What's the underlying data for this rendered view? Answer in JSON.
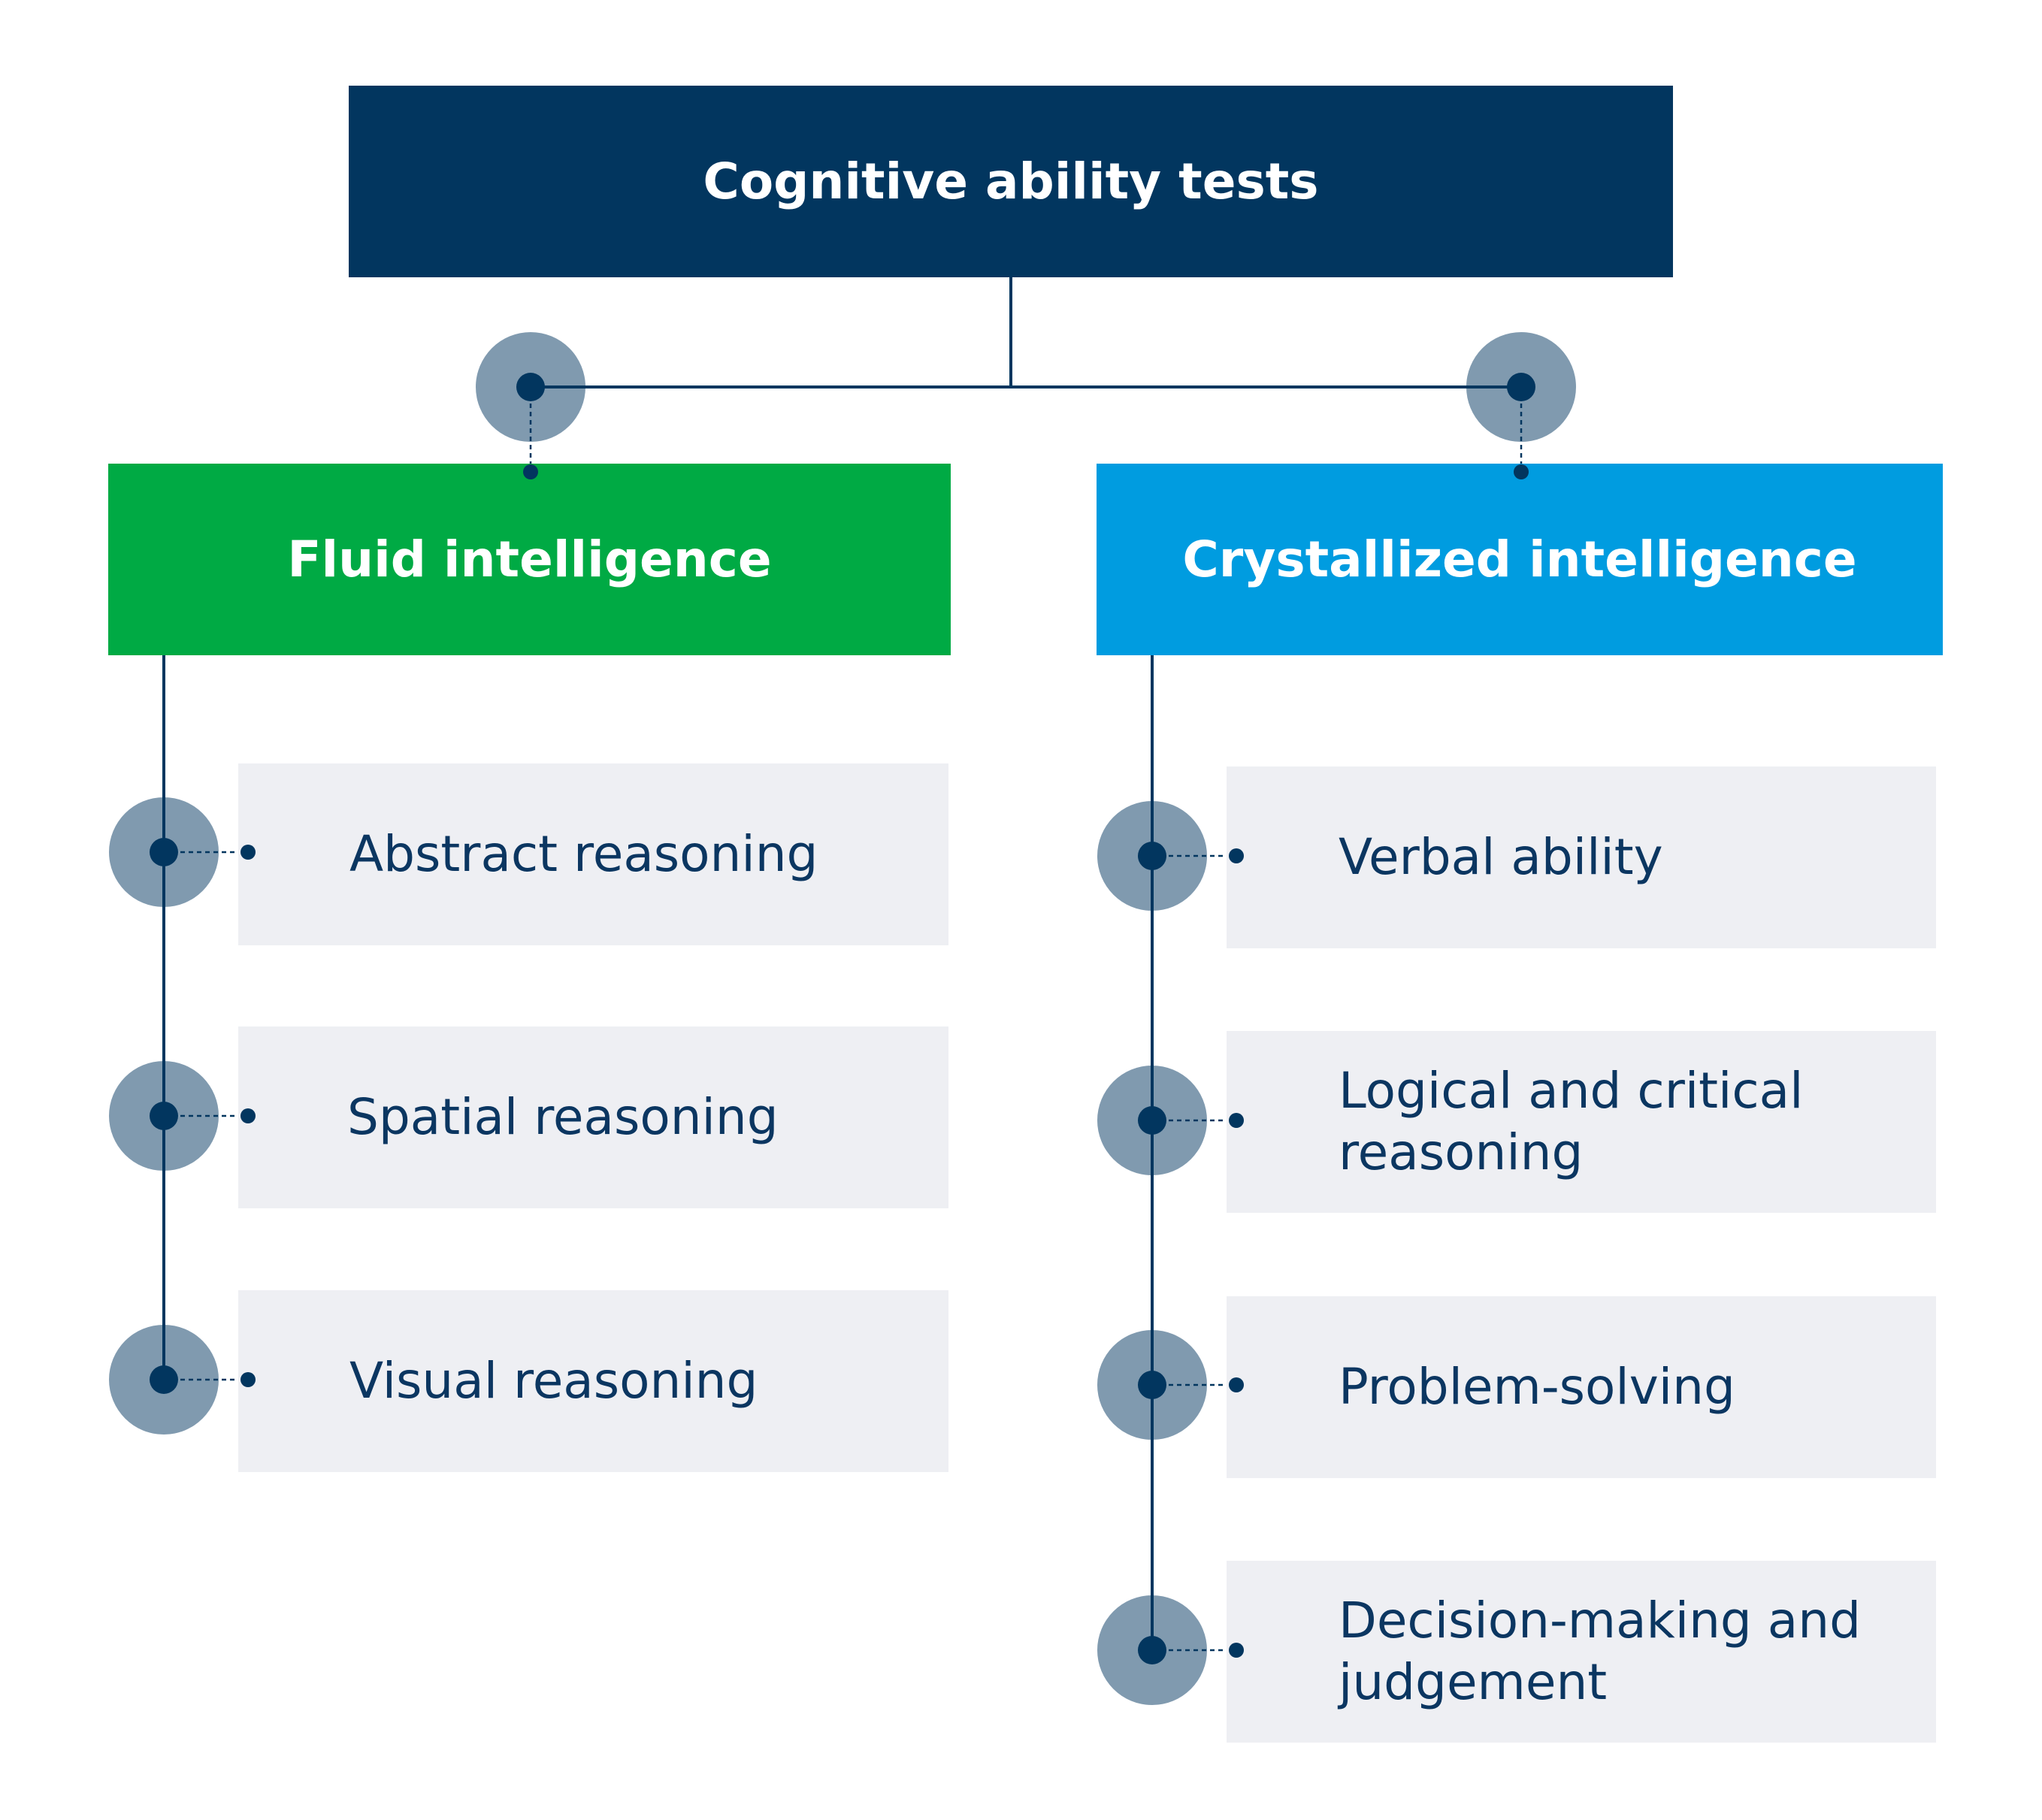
{
  "root": {
    "title": "Cognitive ability tests"
  },
  "branches": [
    {
      "title": "Fluid intelligence",
      "color": "#00aa44",
      "items": [
        "Abstract reasoning",
        "Spatial reasoning",
        "Visual reasoning"
      ]
    },
    {
      "title": "Crystallized intelligence",
      "color": "#009ce0",
      "items": [
        "Verbal ability",
        "Logical and critical reasoning",
        "Problem-solving",
        "Decision-making and judgement"
      ]
    }
  ],
  "colors": {
    "navy": "#02365f",
    "item_background": "#eeeff3",
    "item_text": "#0b3661"
  }
}
